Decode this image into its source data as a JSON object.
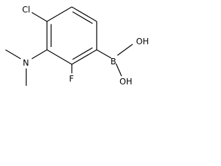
{
  "molecule": {
    "atoms": {
      "chlorine": "Cl",
      "nitrogen": "N",
      "fluorine": "F",
      "boron": "B",
      "hydroxyl_upper": "OH",
      "hydroxyl_lower": "OH"
    }
  }
}
